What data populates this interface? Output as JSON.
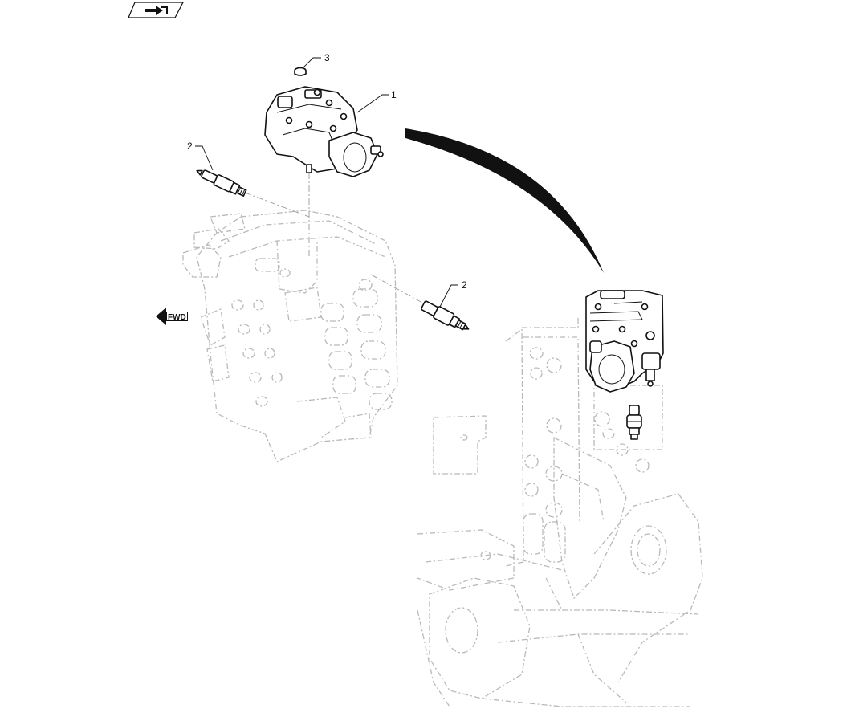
{
  "nav": {
    "icon": "return-arrow-icon"
  },
  "orientation": {
    "label": "FWD",
    "icon": "fwd-arrow-icon"
  },
  "callouts": {
    "c1": "1",
    "c2a": "2",
    "c2b": "2",
    "c3": "3"
  },
  "colors": {
    "line": "#111111",
    "ghost": "#b9b9b9",
    "background": "#ffffff"
  }
}
